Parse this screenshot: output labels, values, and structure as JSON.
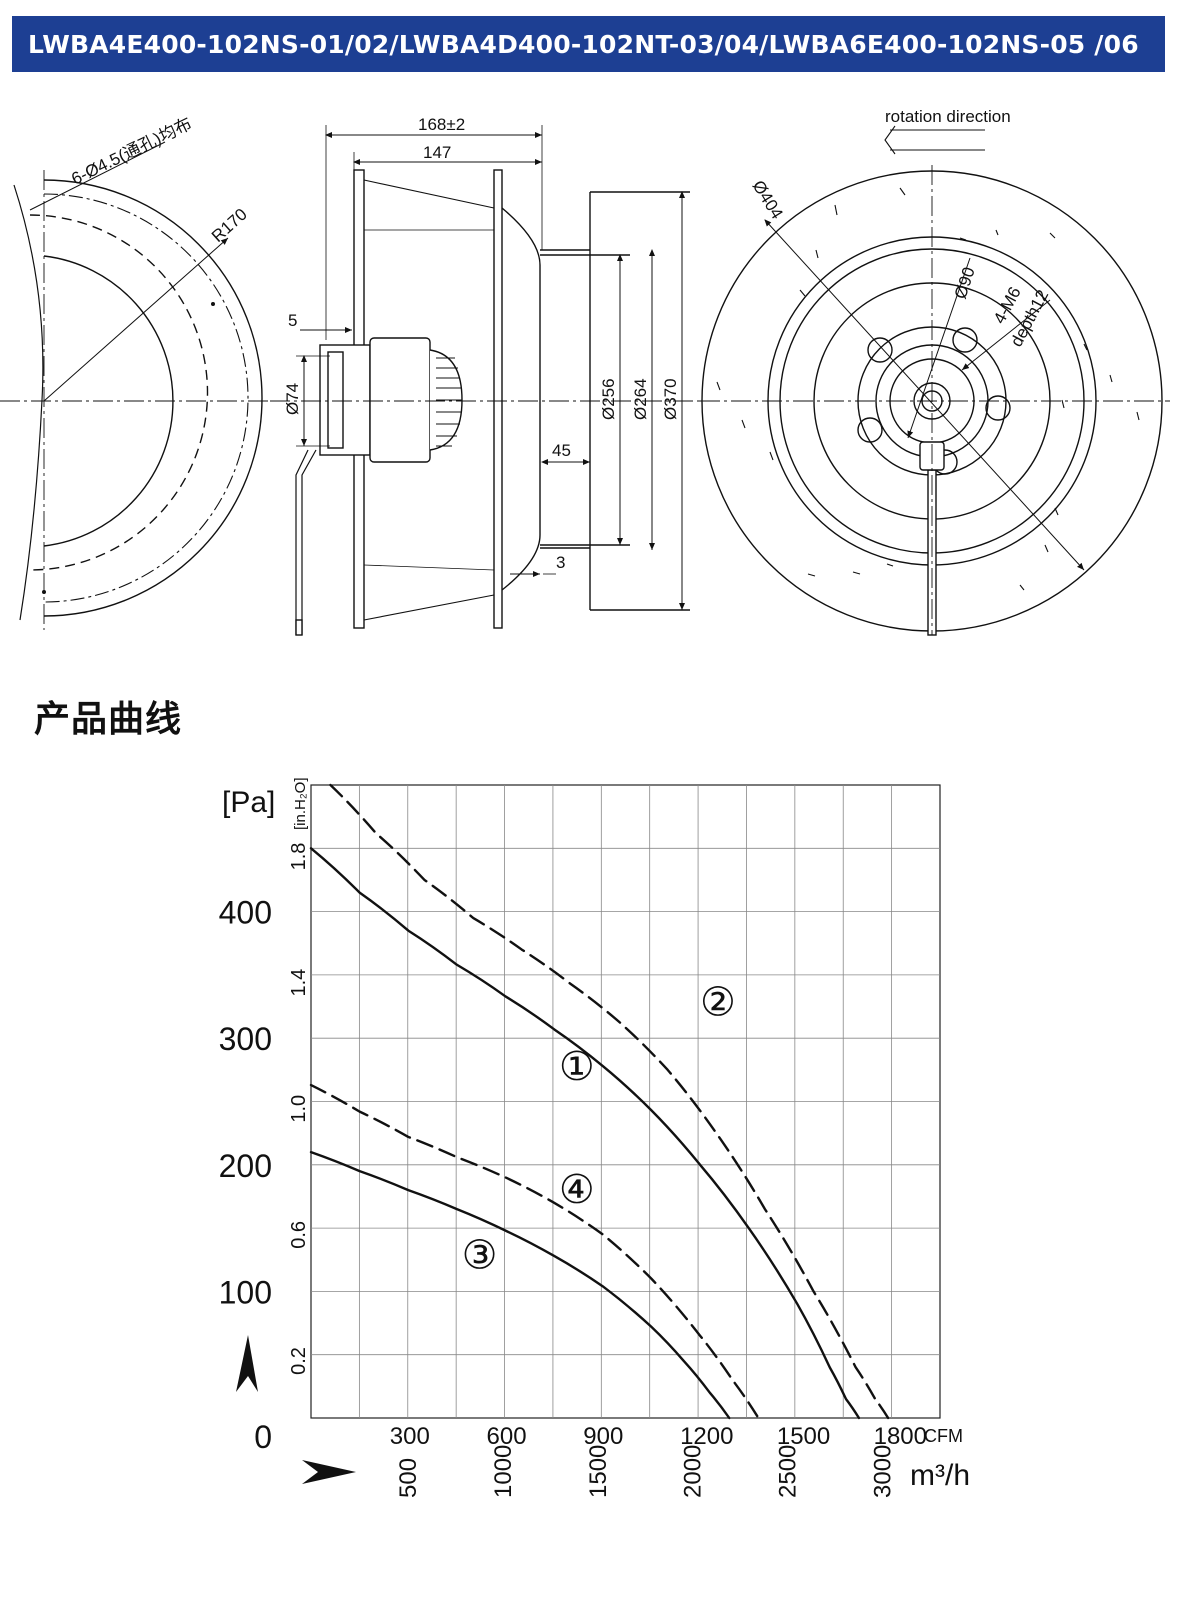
{
  "header": {
    "model_title": "LWBA4E400-102NS-01/02/LWBA4D400-102NT-03/04/LWBA6E400-102NS-05 /06"
  },
  "drawing": {
    "holes_label": "6-Ø4.5(通孔)均布",
    "radius_label": "R170",
    "width_total": "168±2",
    "width_inner": "147",
    "flange_thickness": "5",
    "hub_diameter": "Ø74",
    "inlet_depth": "45",
    "inlet_lip": "3",
    "diameter_256": "Ø256",
    "diameter_264": "Ø264",
    "diameter_370": "Ø370",
    "rotation_label": "rotation direction",
    "diameter_404": "Ø404",
    "diameter_90": "Ø90",
    "thread_label": "4-M6",
    "depth_label": "depth12"
  },
  "section": {
    "title": "产品曲线"
  },
  "chart_data": {
    "type": "line",
    "title": "",
    "y_unit_label": "[Pa]",
    "y2_unit_label": "[in.H₂O]",
    "x_unit_label": "CFM",
    "x2_unit_label": "m³/h",
    "ylim": [
      0,
      500
    ],
    "xlim": [
      0,
      1940
    ],
    "y_ticks": [
      0,
      100,
      200,
      300,
      400
    ],
    "y_tick_labels": [
      "0",
      "100",
      "200",
      "300",
      "400"
    ],
    "y2_ticks": [
      0.2,
      0.6,
      1.0,
      1.4,
      1.8
    ],
    "y2_tick_labels": [
      "0.2",
      "0.6",
      "1.0",
      "1.4",
      "1.8"
    ],
    "x_ticks_cfm": [
      300,
      600,
      900,
      1200,
      1500,
      1800
    ],
    "x_tick_labels_cfm": [
      "300",
      "600",
      "900",
      "1200",
      "1500",
      "1800"
    ],
    "x_ticks_m3h": [
      500,
      1000,
      1500,
      2000,
      2500,
      3000
    ],
    "x_tick_labels_m3h": [
      "500",
      "1000",
      "1500",
      "2000",
      "2500",
      "3000"
    ],
    "grid": true,
    "series": [
      {
        "name": "①",
        "dash": "solid",
        "x": [
          0,
          150,
          300,
          450,
          600,
          750,
          900,
          1050,
          1200,
          1350,
          1500,
          1600,
          1650,
          1690
        ],
        "y": [
          450,
          415,
          385,
          358,
          333,
          307,
          278,
          243,
          200,
          150,
          90,
          40,
          15,
          0
        ]
      },
      {
        "name": "②",
        "dash": "dashed",
        "x": [
          60,
          200,
          350,
          500,
          650,
          800,
          950,
          1100,
          1250,
          1400,
          1550,
          1680,
          1740,
          1780
        ],
        "y": [
          500,
          462,
          425,
          395,
          370,
          343,
          313,
          275,
          225,
          165,
          100,
          40,
          15,
          0
        ]
      },
      {
        "name": "③",
        "dash": "solid",
        "x": [
          0,
          150,
          300,
          450,
          600,
          750,
          900,
          1050,
          1150,
          1230,
          1290
        ],
        "y": [
          210,
          195,
          180,
          165,
          148,
          128,
          104,
          72,
          45,
          20,
          0
        ]
      },
      {
        "name": "④",
        "dash": "dashed",
        "x": [
          0,
          150,
          300,
          450,
          600,
          750,
          900,
          1050,
          1200,
          1300,
          1380
        ],
        "y": [
          263,
          242,
          222,
          206,
          190,
          170,
          145,
          110,
          65,
          30,
          0
        ]
      }
    ],
    "curve_labels": [
      {
        "text": "①",
        "x": 820,
        "y": 267
      },
      {
        "text": "②",
        "x": 1255,
        "y": 318
      },
      {
        "text": "③",
        "x": 520,
        "y": 118
      },
      {
        "text": "④",
        "x": 820,
        "y": 170
      }
    ]
  }
}
